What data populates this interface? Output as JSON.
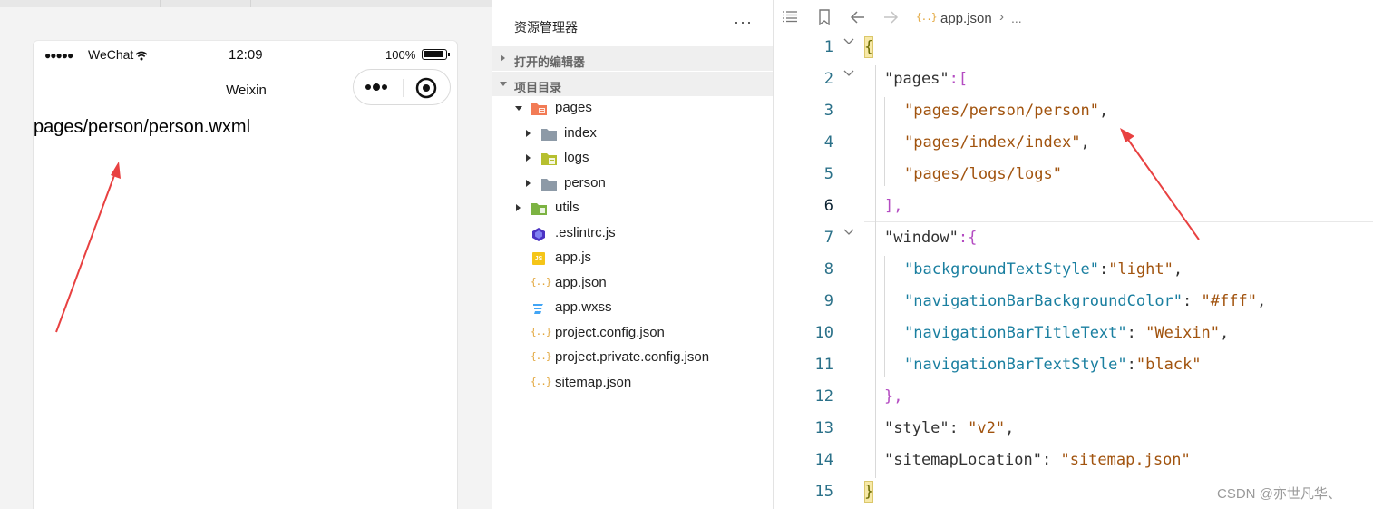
{
  "simulator": {
    "status_bar": {
      "signal": "●●●●●",
      "carrier": "WeChat",
      "time": "12:09",
      "battery_percent": "100%"
    },
    "nav_title": "Weixin",
    "page_text": "pages/person/person.wxml"
  },
  "explorer": {
    "title": "资源管理器",
    "more": "···",
    "sections": {
      "open_editors": "打开的编辑器",
      "project_dir": "项目目录"
    },
    "tree": [
      {
        "label": "pages"
      },
      {
        "label": "index"
      },
      {
        "label": "logs"
      },
      {
        "label": "person"
      },
      {
        "label": "utils"
      },
      {
        "label": ".eslintrc.js"
      },
      {
        "label": "app.js"
      },
      {
        "label": "app.json"
      },
      {
        "label": "app.wxss"
      },
      {
        "label": "project.config.json"
      },
      {
        "label": "project.private.config.json"
      },
      {
        "label": "sitemap.json"
      }
    ],
    "icons": {
      "json": "{..}",
      "js": "JS"
    }
  },
  "editor": {
    "breadcrumb": {
      "icon": "{..}",
      "file": "app.json",
      "separator": "›",
      "ellipsis": "..."
    },
    "line_numbers": [
      "1",
      "2",
      "3",
      "4",
      "5",
      "6",
      "7",
      "8",
      "9",
      "10",
      "11",
      "12",
      "13",
      "14",
      "15"
    ],
    "code": {
      "l1": "{",
      "l2_key": "\"pages\"",
      "l2_rest": ":[",
      "l3": "\"pages/person/person\"",
      "l4": "\"pages/index/index\"",
      "l5": "\"pages/logs/logs\"",
      "l6": "],",
      "l7_key": "\"window\"",
      "l7_rest": ":{",
      "l8_key": "\"backgroundTextStyle\"",
      "l8_val": "\"light\"",
      "l9_key": "\"navigationBarBackgroundColor\"",
      "l9_val": "\"#fff\"",
      "l10_key": "\"navigationBarTitleText\"",
      "l10_val": "\"Weixin\"",
      "l11_key": "\"navigationBarTextStyle\"",
      "l11_val": "\"black\"",
      "l12": "},",
      "l13_key": "\"style\"",
      "l13_val": "\"v2\"",
      "l14_key": "\"sitemapLocation\"",
      "l14_val": "\"sitemap.json\"",
      "l15": "}",
      "comma": ",",
      "colon": ":",
      "colon_space": ": "
    }
  },
  "watermark": "CSDN @亦世凡华、",
  "colors": {
    "annotation_arrow": "#e84141",
    "json_key": "#1a7fa0",
    "json_string": "#a1530e",
    "bracket": "#b44cc2"
  }
}
